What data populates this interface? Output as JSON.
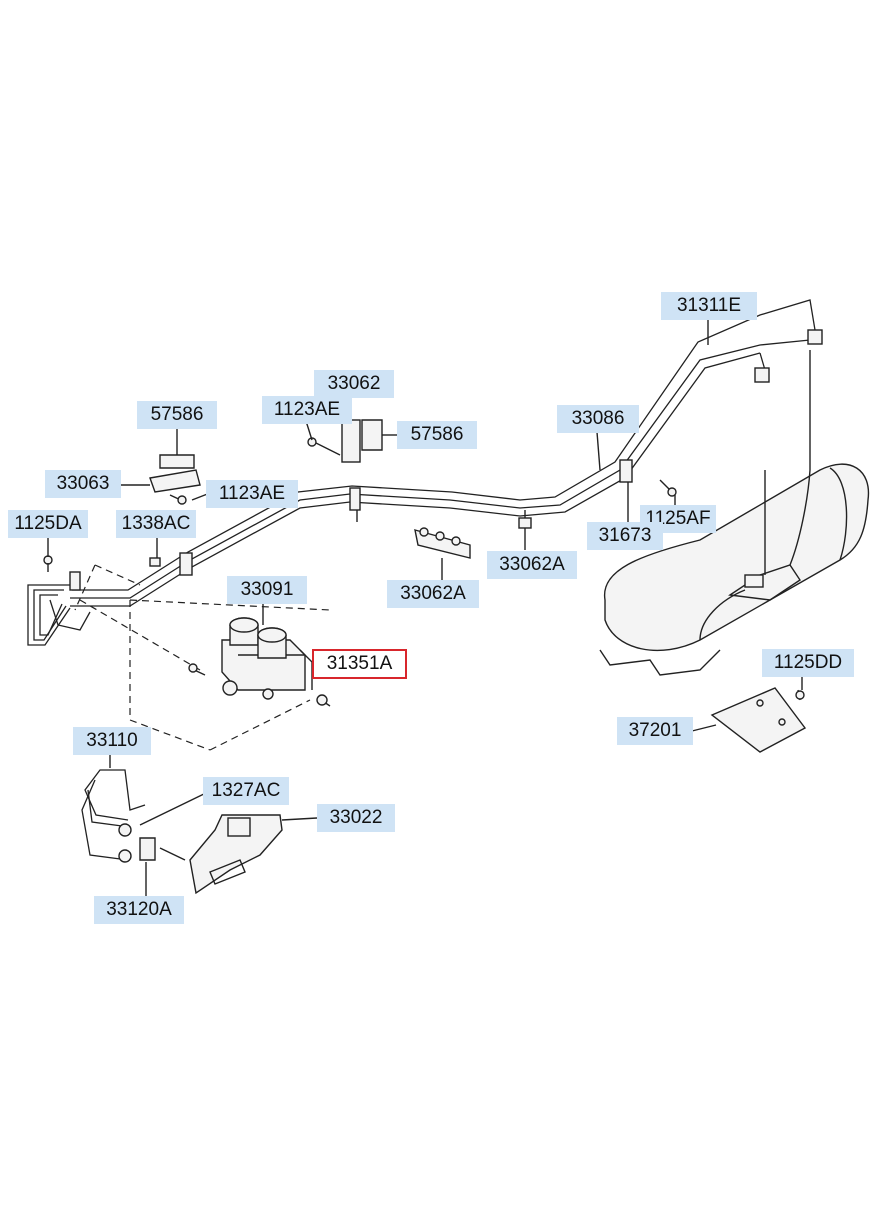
{
  "diagram": {
    "highlight_color": "#d8262c",
    "label_color": "#cfe3f5",
    "labels": [
      {
        "id": "31311E",
        "text": "31311E"
      },
      {
        "id": "33062-top",
        "text": "33062"
      },
      {
        "id": "1123AE-top",
        "text": "1123AE"
      },
      {
        "id": "57586-left",
        "text": "57586"
      },
      {
        "id": "57586-right",
        "text": "57586"
      },
      {
        "id": "33086",
        "text": "33086"
      },
      {
        "id": "33063",
        "text": "33063"
      },
      {
        "id": "1123AE-mid",
        "text": "1123AE"
      },
      {
        "id": "1125DA",
        "text": "1125DA"
      },
      {
        "id": "1338AC",
        "text": "1338AC"
      },
      {
        "id": "1125AF",
        "text": "1125AF"
      },
      {
        "id": "31673",
        "text": "31673"
      },
      {
        "id": "33062A-right",
        "text": "33062A"
      },
      {
        "id": "33091",
        "text": "33091"
      },
      {
        "id": "33062A-left",
        "text": "33062A"
      },
      {
        "id": "31351A",
        "text": "31351A",
        "highlighted": true
      },
      {
        "id": "1125DD",
        "text": "1125DD"
      },
      {
        "id": "37201",
        "text": "37201"
      },
      {
        "id": "33110",
        "text": "33110"
      },
      {
        "id": "1327AC",
        "text": "1327AC"
      },
      {
        "id": "33022",
        "text": "33022"
      },
      {
        "id": "33120A",
        "text": "33120A"
      }
    ]
  }
}
